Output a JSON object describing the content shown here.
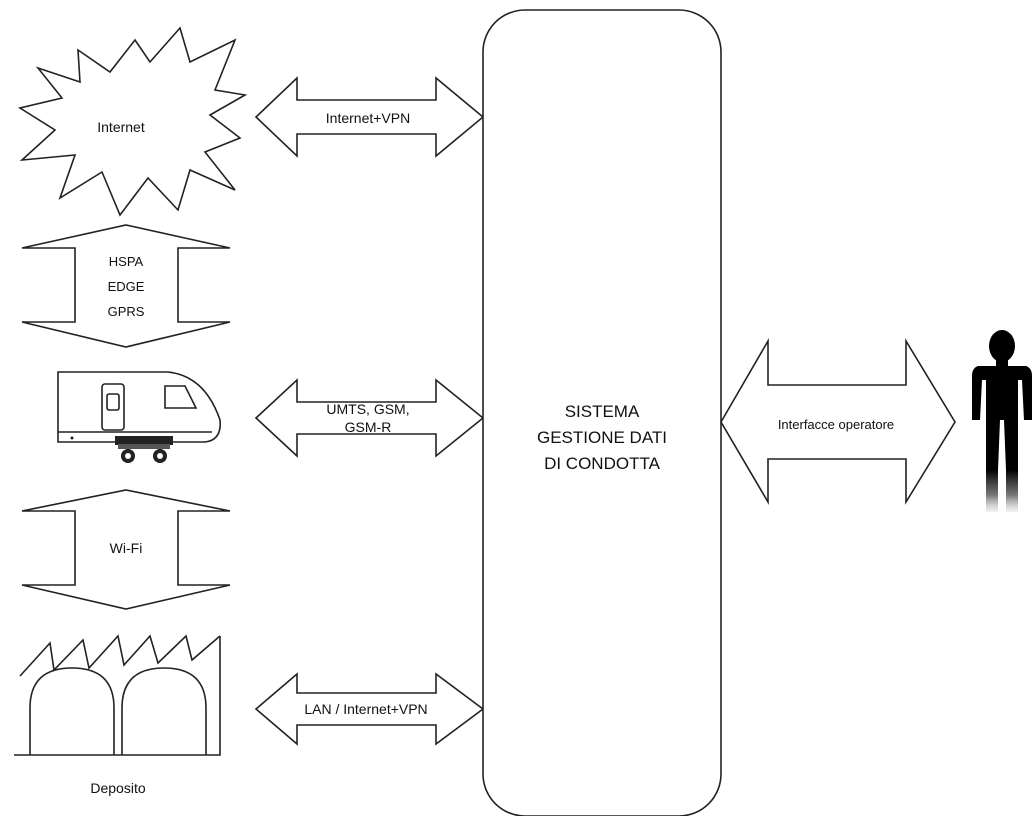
{
  "nodes": {
    "internet": {
      "label": "Internet"
    },
    "system": {
      "lines": [
        "SISTEMA",
        "GESTIONE DATI",
        "DI CONDOTTA"
      ]
    },
    "depot": {
      "label": "Deposito"
    }
  },
  "arrows": {
    "internet_vpn": {
      "label": "Internet+VPN"
    },
    "mobile_train": {
      "lines": [
        "HSPA",
        "EDGE",
        "GPRS"
      ]
    },
    "train_link": {
      "lines": [
        "UMTS, GSM,",
        "GSM-R"
      ]
    },
    "wifi": {
      "label": "Wi-Fi"
    },
    "lan": {
      "label": "LAN / Internet+VPN"
    },
    "operator": {
      "label": "Interfacce operatore"
    }
  },
  "icons": {
    "internet": "starburst-cloud-icon",
    "train": "train-icon",
    "depot": "factory-depot-icon",
    "operator": "person-icon"
  },
  "colors": {
    "stroke": "#222222",
    "person": "#000000",
    "background": "#ffffff"
  }
}
